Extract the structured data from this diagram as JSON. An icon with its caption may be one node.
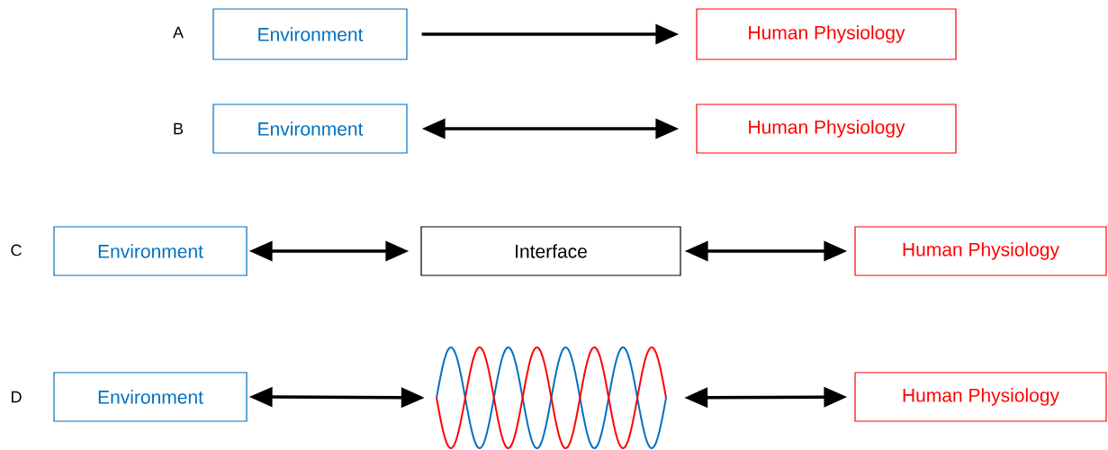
{
  "diagram": {
    "nodes": [
      {
        "text": [
          "Environment"
        ]
      },
      {
        "text": [
          "Human Physiology"
        ]
      },
      {
        "text": [
          "Environment"
        ]
      },
      {
        "text": [
          "Human Physiology"
        ]
      },
      {
        "text": [
          "Environment"
        ]
      },
      {
        "text": [
          "Interface"
        ]
      },
      {
        "text": [
          "Human Physiology"
        ]
      },
      {
        "text": [
          "Environment"
        ]
      },
      {
        "text": [],
        "shape": "picture"
      },
      {
        "text": [
          "Human Physiology"
        ]
      }
    ],
    "edges": [
      {
        "from": 0,
        "to": 1,
        "arrow": "to"
      },
      {
        "from": 2,
        "to": 3,
        "arrow": "both"
      },
      {
        "from": 4,
        "to": 5,
        "arrow": "both"
      },
      {
        "from": 5,
        "to": 6,
        "arrow": "both"
      },
      {
        "from": 7,
        "to": 8,
        "arrow": "both"
      },
      {
        "from": 8,
        "to": 9,
        "arrow": "both"
      }
    ],
    "labels": [
      "A",
      "B",
      "C",
      "D"
    ]
  }
}
